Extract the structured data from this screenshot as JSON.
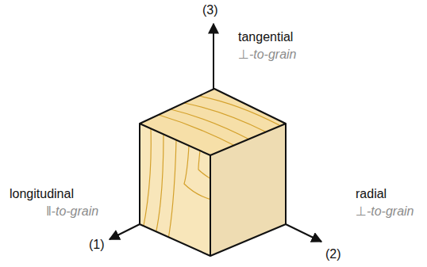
{
  "diagram": {
    "labels": [
      "(3)",
      "tangential",
      "⊥-to-grain",
      "longitudinal",
      "‖-to-grain",
      "(1)",
      "radial",
      "⊥-to-grain",
      "(2)"
    ]
  }
}
